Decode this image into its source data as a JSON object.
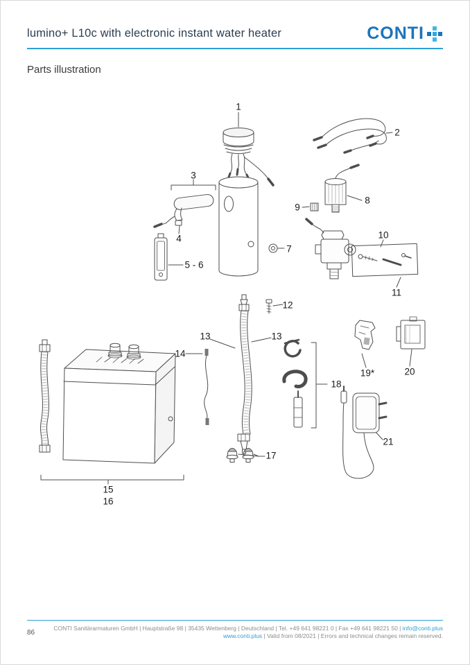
{
  "header": {
    "title": "lumino+ L10c with electronic instant water heater",
    "brand": "CONTI"
  },
  "section": {
    "title": "Parts illustration"
  },
  "diagram": {
    "callouts": [
      {
        "id": "1",
        "label": "1"
      },
      {
        "id": "2",
        "label": "2"
      },
      {
        "id": "3",
        "label": "3"
      },
      {
        "id": "4",
        "label": "4"
      },
      {
        "id": "5-6",
        "label": "5 - 6"
      },
      {
        "id": "7",
        "label": "7"
      },
      {
        "id": "8",
        "label": "8"
      },
      {
        "id": "9",
        "label": "9"
      },
      {
        "id": "10",
        "label": "10"
      },
      {
        "id": "11",
        "label": "11"
      },
      {
        "id": "12",
        "label": "12"
      },
      {
        "id": "13a",
        "label": "13"
      },
      {
        "id": "13b",
        "label": "13"
      },
      {
        "id": "14",
        "label": "14"
      },
      {
        "id": "15",
        "label": "15"
      },
      {
        "id": "16",
        "label": "16"
      },
      {
        "id": "17",
        "label": "17"
      },
      {
        "id": "18",
        "label": "18"
      },
      {
        "id": "19",
        "label": "19*"
      },
      {
        "id": "20",
        "label": "20"
      },
      {
        "id": "21",
        "label": "21"
      }
    ]
  },
  "footer": {
    "company_line": "CONTI Sanitärarmaturen GmbH | Hauptstraße 98 | 35435 Wettenberg | Deutschland | Tel. +49 641 98221 0 | Fax +49 641 98221 50 | ",
    "email": "info@conti.plus",
    "website": "www.conti.plus",
    "validity_line": " | Valid from 08/2021 | Errors and technical changes remain reserved.",
    "page_number": "86"
  },
  "colors": {
    "accent_blue": "#2d9fd8",
    "brand_blue": "#1b75bc",
    "title_color": "#2c3e50"
  }
}
